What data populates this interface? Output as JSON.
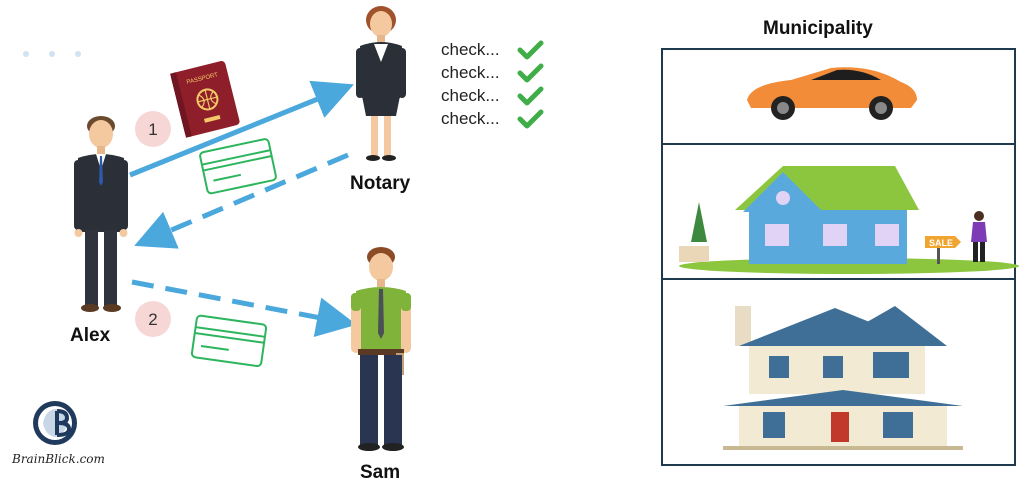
{
  "people": {
    "alex": "Alex",
    "notary": "Notary",
    "sam": "Sam"
  },
  "steps": [
    "1",
    "2"
  ],
  "checks": [
    "check...",
    "check...",
    "check...",
    "check..."
  ],
  "municipality": {
    "title": "Municipality",
    "sale_sign": "SALE"
  },
  "passport_label": "PASSPORT",
  "brand": "BrainBlick.com",
  "colors": {
    "arrow": "#4aa8dd",
    "check": "#3fae49",
    "card": "#2db55d",
    "badge": "#f6d7d6",
    "passport": "#8e1f2a",
    "car": "#f28c38",
    "roof_green": "#8cc63f",
    "house_blue": "#5aa9dd",
    "roof_slate": "#3f6f96",
    "frame": "#1f3a4d"
  }
}
